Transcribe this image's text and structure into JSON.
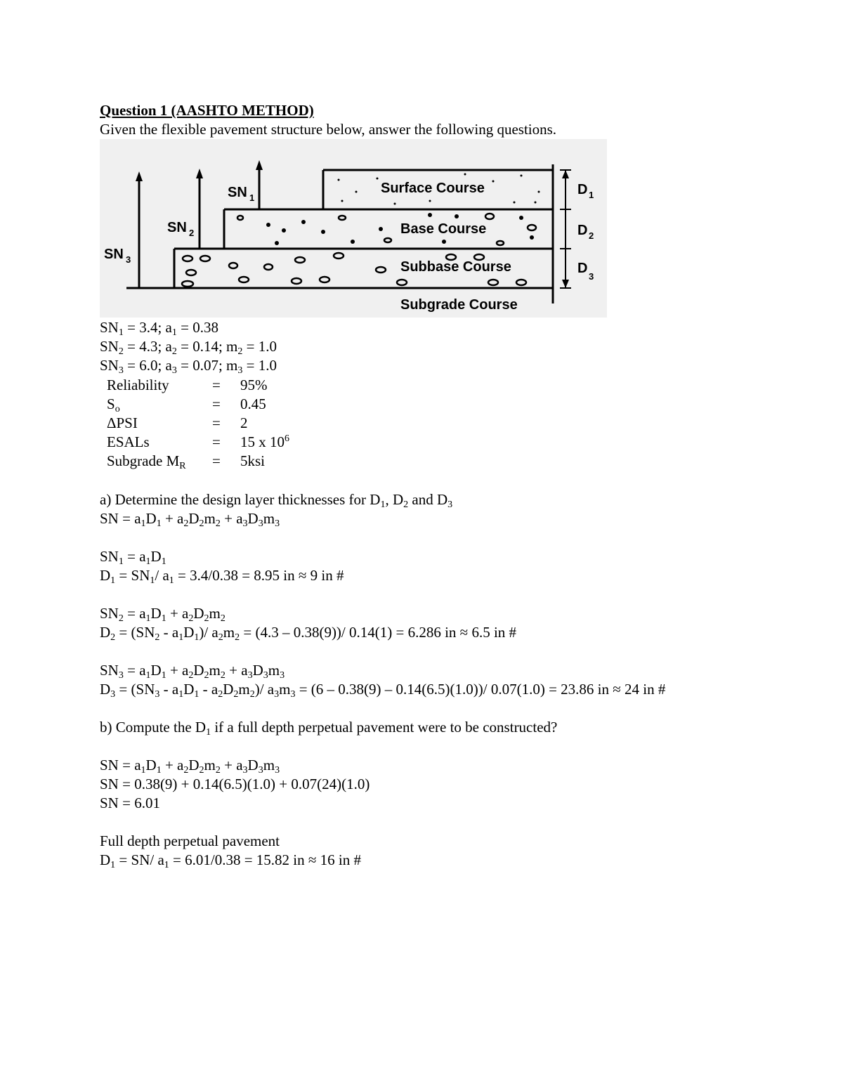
{
  "title": "Question 1 (AASHTO METHOD)",
  "intro": "Given the flexible pavement structure below, answer the following questions.",
  "diagram": {
    "sn1": "SN",
    "sn1_sub": "1",
    "sn2": "SN",
    "sn2_sub": "2",
    "sn3": "SN",
    "sn3_sub": "3",
    "surface": "Surface Course",
    "base": "Base Course",
    "subbase": "Subbase Course",
    "subgrade": "Subgrade Course",
    "d1": "D",
    "d1_sub": "1",
    "d2": "D",
    "d2_sub": "2",
    "d3": "D",
    "d3_sub": "3"
  },
  "given": {
    "l1": {
      "a": "SN",
      "s1": "1",
      "b": " = 3.4; a",
      "s2": "1",
      "c": " = 0.38"
    },
    "l2": {
      "a": "SN",
      "s1": "2",
      "b": " = 4.3; a",
      "s2": "2",
      "c": " = 0.14; m",
      "s3": "2",
      "d": " = 1.0"
    },
    "l3": {
      "a": "SN",
      "s1": "3",
      "b": " = 6.0; a",
      "s2": "3",
      "c": " = 0.07; m",
      "s3": "3",
      "d": " = 1.0"
    }
  },
  "params": {
    "reliability": {
      "k": "Reliability",
      "eq": "=",
      "v": "95%"
    },
    "so": {
      "k": "S",
      "k_sub": "o",
      "eq": "=",
      "v": "0.45"
    },
    "psi": {
      "k": "ΔPSI",
      "eq": "=",
      "v": "2"
    },
    "esal": {
      "k": "ESALs",
      "eq": "=",
      "v": "15 x 10",
      "v_sup": "6"
    },
    "mr": {
      "k": "Subgrade M",
      "k_sub": "R",
      "eq": "=",
      "v": "5ksi"
    }
  },
  "part_a": {
    "q": {
      "a": "a) Determine the design layer thicknesses for D",
      "s1": "1",
      "b": ", D",
      "s2": "2",
      "c": " and D",
      "s3": "3"
    },
    "sn": {
      "a": "SN = a",
      "s1": "1",
      "b": "D",
      "s2": "1",
      "c": " + a",
      "s3": "2",
      "d": "D",
      "s4": "2",
      "e": "m",
      "s5": "2",
      "f": " + a",
      "s6": "3",
      "g": "D",
      "s7": "3",
      "h": "m",
      "s8": "3"
    },
    "sn1": {
      "a": "SN",
      "s1": "1",
      "b": " = a",
      "s2": "1",
      "c": "D",
      "s3": "1"
    },
    "d1": {
      "a": "D",
      "s1": "1",
      "b": " = SN",
      "s2": "1",
      "c": "/ a",
      "s3": "1",
      "d": " = 3.4/0.38 = 8.95 in ≈ 9 in #"
    },
    "sn2": {
      "a": "SN",
      "s1": "2",
      "b": " = a",
      "s2": "1",
      "c": "D",
      "s3": "1",
      "d": " + a",
      "s4": "2",
      "e": "D",
      "s5": "2",
      "f": "m",
      "s6": "2"
    },
    "d2": {
      "a": "D",
      "s1": "2",
      "b": " = (SN",
      "s2": "2",
      "c": " - a",
      "s3": "1",
      "d": "D",
      "s4": "1",
      "e": ")/ a",
      "s5": "2",
      "f": "m",
      "s6": "2",
      "g": " = (4.3 – 0.38(9))/ 0.14(1) = 6.286 in ≈ 6.5 in #"
    },
    "sn3": {
      "a": "SN",
      "s1": "3",
      "b": " = a",
      "s2": "1",
      "c": "D",
      "s3": "1",
      "d": " + a",
      "s4": "2",
      "e": "D",
      "s5": "2",
      "f": "m",
      "s6": "2",
      "g": " + a",
      "s7": "3",
      "h": "D",
      "s8": "3",
      "i": "m",
      "s9": "3"
    },
    "d3": {
      "a": "D",
      "s1": "3",
      "b": " = (SN",
      "s2": "3",
      "c": " - a",
      "s3": "1",
      "d": "D",
      "s4": "1",
      "e": " - a",
      "s5": "2",
      "f": "D",
      "s6": "2",
      "g": "m",
      "s7": "2",
      "h": ")/ a",
      "s8": "3",
      "i": "m",
      "s9": "3",
      "j": " = (6 – 0.38(9) – 0.14(6.5)(1.0))/ 0.07(1.0) = 23.86 in ≈ 24 in #"
    }
  },
  "part_b": {
    "q": {
      "a": "b) Compute the D",
      "s1": "1",
      "b": " if a full depth perpetual pavement were to be constructed?"
    },
    "sn": {
      "a": "SN = a",
      "s1": "1",
      "b": "D",
      "s2": "1",
      "c": " + a",
      "s3": "2",
      "d": "D",
      "s4": "2",
      "e": "m",
      "s5": "2",
      "f": " + a",
      "s6": "3",
      "g": "D",
      "s7": "3",
      "h": "m",
      "s8": "3"
    },
    "calc": "SN = 0.38(9) + 0.14(6.5)(1.0) + 0.07(24)(1.0)",
    "result": "SN = 6.01",
    "heading": "Full depth perpetual pavement",
    "d1": {
      "a": "D",
      "s1": "1",
      "b": " = SN/ a",
      "s2": "1",
      "c": " = 6.01/0.38 = 15.82 in ≈ 16 in #"
    }
  }
}
